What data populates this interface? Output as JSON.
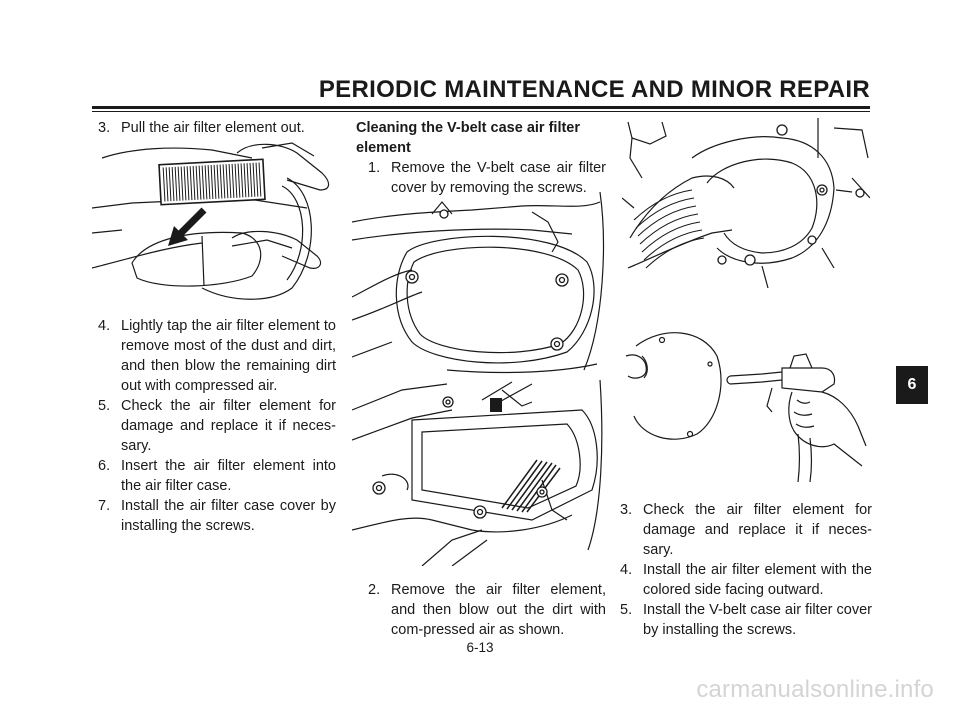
{
  "header": {
    "title": "PERIODIC MAINTENANCE AND MINOR REPAIR"
  },
  "left_column": {
    "step3": {
      "number": "3.",
      "text": "Pull the air filter element out."
    },
    "steps": [
      {
        "number": "4.",
        "text": "Lightly tap the air filter element to remove most of the dust and dirt, and then blow the remaining dirt out with compressed air."
      },
      {
        "number": "5.",
        "text": "Check the air filter element for damage and replace it if neces-sary."
      },
      {
        "number": "6.",
        "text": "Insert the air filter element into the air filter case."
      },
      {
        "number": "7.",
        "text": "Install the air filter case cover by installing the screws."
      }
    ]
  },
  "middle_column": {
    "heading": "Cleaning the V-belt case air filter element",
    "step1": {
      "number": "1.",
      "text": "Remove the V-belt case air filter cover by removing the screws."
    },
    "step2": {
      "number": "2.",
      "text": "Remove the air filter element, and then blow out the dirt with com-pressed air as shown."
    }
  },
  "right_column": {
    "steps": [
      {
        "number": "3.",
        "text": "Check the air filter element for damage and replace it if neces-sary."
      },
      {
        "number": "4.",
        "text": "Install the air filter element with the colored side facing outward."
      },
      {
        "number": "5.",
        "text": "Install the V-belt case air filter cover by installing the screws."
      }
    ]
  },
  "chapter_tab": "6",
  "page_number": "6-13",
  "watermark": "carmanualsonline.info",
  "colors": {
    "ink": "#1a1a1a",
    "tab_bg": "#1a1a1a",
    "watermark": "#d4d4d4"
  },
  "icons": [
    "air-filter-removal-illustration",
    "vbelt-case-cover-illustration",
    "vbelt-case-open-illustration",
    "intake-duct-illustration",
    "compressed-air-gun-illustration"
  ]
}
